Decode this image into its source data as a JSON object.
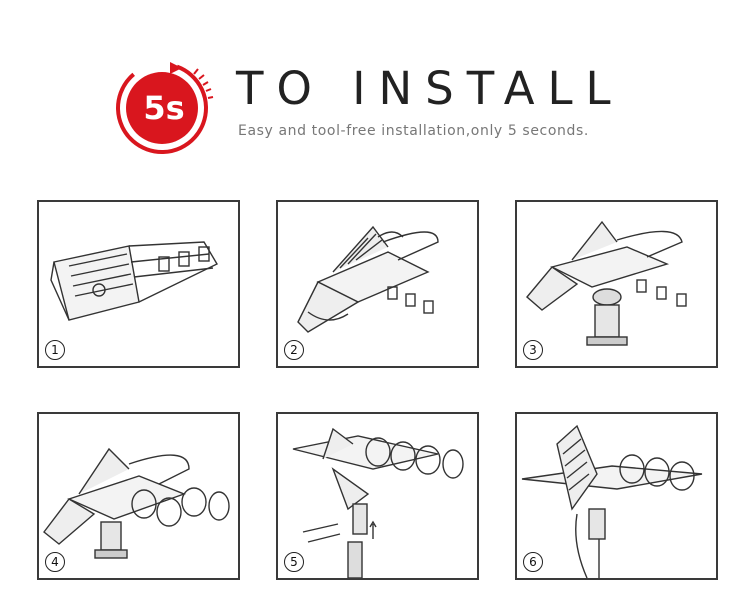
{
  "badge": {
    "text": "5s",
    "color": "#d9161e"
  },
  "title": "TO INSTALL",
  "subtitle": "Easy and tool-free installation,only 5 seconds.",
  "steps": [
    {
      "number": "1"
    },
    {
      "number": "2"
    },
    {
      "number": "3"
    },
    {
      "number": "4"
    },
    {
      "number": "5"
    },
    {
      "number": "6"
    }
  ]
}
